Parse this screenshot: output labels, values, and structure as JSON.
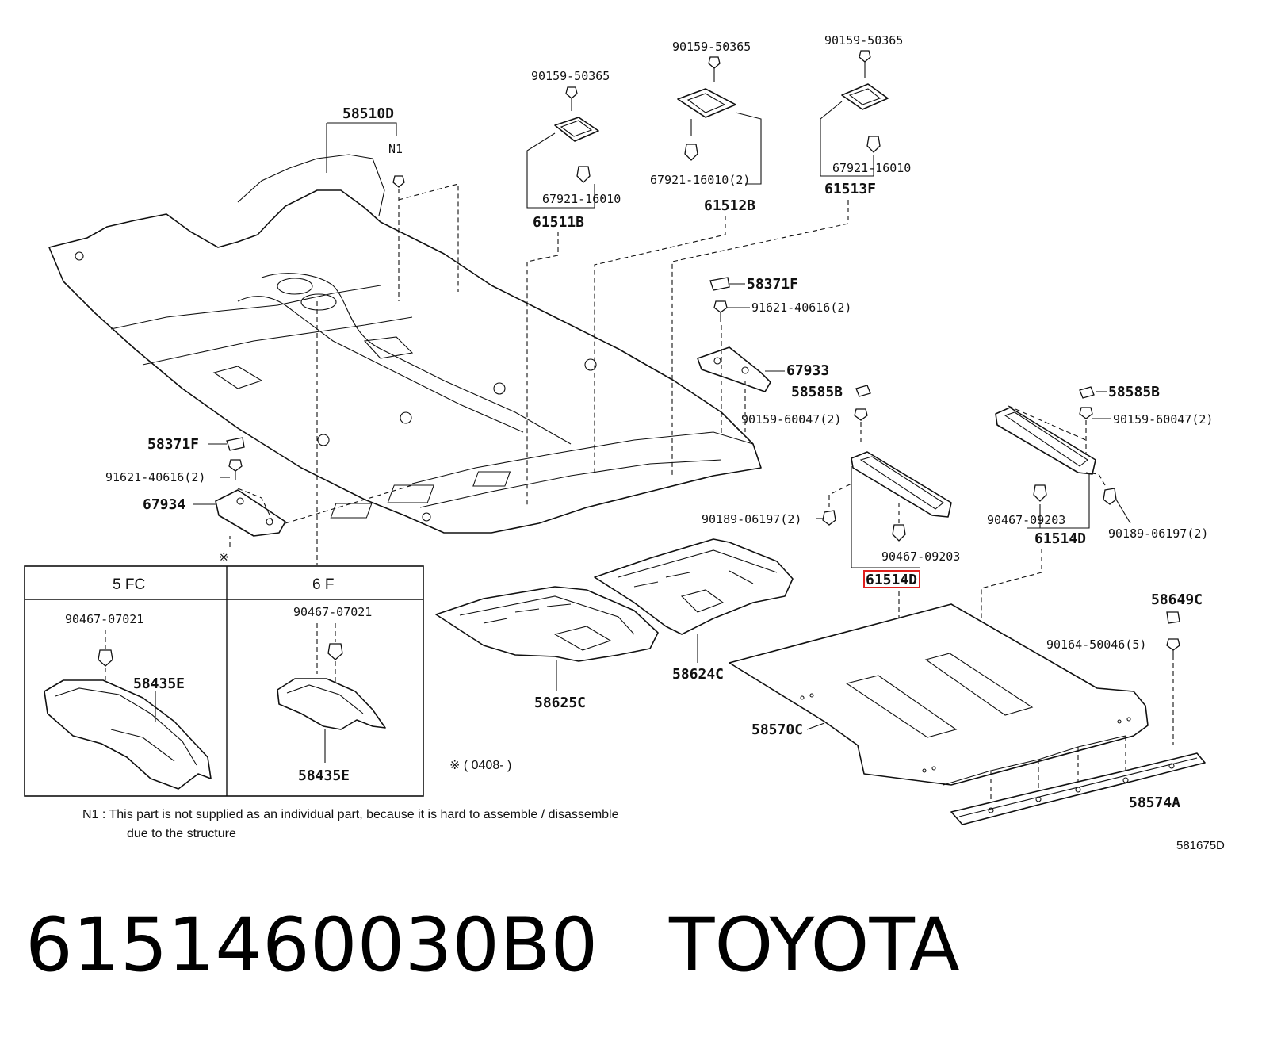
{
  "labels": {
    "p58510D": "58510D",
    "n1": "N1",
    "p90159_50365_a": "90159-50365",
    "p90159_50365_b": "90159-50365",
    "p90159_50365_c": "90159-50365",
    "p67921_16010_a": "67921-16010",
    "p67921_16010_2": "67921-16010(2)",
    "p67921_16010_c": "67921-16010",
    "p61511B": "61511B",
    "p61512B": "61512B",
    "p61513F": "61513F",
    "p58371F_a": "58371F",
    "p91621_a": "91621-40616(2)",
    "p67933": "67933",
    "p58585B_a": "58585B",
    "p58585B_b": "58585B",
    "p90159_60047_a": "90159-60047(2)",
    "p90159_60047_b": "90159-60047(2)",
    "p90189_a": "90189-06197(2)",
    "p90189_b": "90189-06197(2)",
    "p90467_09203_a": "90467-09203",
    "p90467_09203_b": "90467-09203",
    "p61514D_a": "61514D",
    "p61514D_b": "61514D",
    "p58371F_b": "58371F",
    "p91621_b": "91621-40616(2)",
    "p67934": "67934",
    "p58649C": "58649C",
    "p90164": "90164-50046(5)",
    "p58625C": "58625C",
    "p58624C": "58624C",
    "p58570C": "58570C",
    "p58574A": "58574A",
    "p90467_07021_a": "90467-07021",
    "p90467_07021_b": "90467-07021",
    "p58435E_a": "58435E",
    "p58435E_b": "58435E",
    "mark": "※",
    "date_note": "※ ( 0408-        )",
    "diagram_id": "581675D"
  },
  "inset": {
    "col1": "5 FC",
    "col2": "6 F"
  },
  "notes": {
    "n1_line1": "N1 :  This part is not supplied as an individual part, because it is hard to assemble / disassemble",
    "n1_line2": "due to the structure"
  },
  "footer": {
    "part_number": "6151460030B0",
    "brand": "TOYOTA"
  },
  "colors": {
    "highlight": "#e0201e",
    "line": "#111111"
  }
}
